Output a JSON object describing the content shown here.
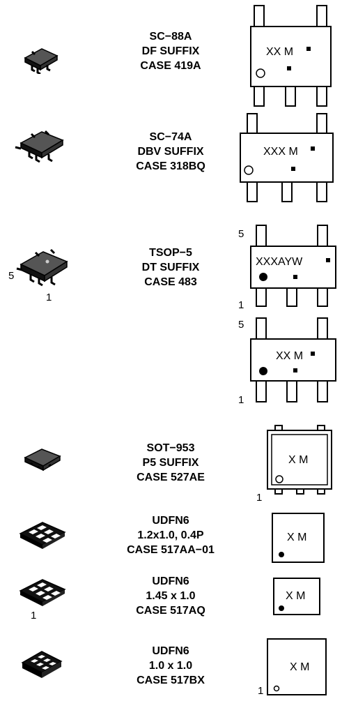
{
  "packages": [
    {
      "lines": [
        "SC−88A",
        "DF SUFFIX",
        "CASE 419A"
      ],
      "marking": "XX M"
    },
    {
      "lines": [
        "SC−74A",
        "DBV SUFFIX",
        "CASE 318BQ"
      ],
      "marking": "XXX M"
    },
    {
      "lines": [
        "TSOP−5",
        "DT SUFFIX",
        "CASE 483"
      ],
      "marking": "XXXAYW",
      "marking_alt": "XX M",
      "pin5": "5",
      "pin1": "1",
      "icon_pin5": "5",
      "icon_pin1": "1"
    },
    {
      "lines": [
        "SOT−953",
        "P5 SUFFIX",
        "CASE 527AE"
      ],
      "marking": "X M",
      "pin1": "1"
    },
    {
      "lines": [
        "UDFN6",
        "1.2x1.0, 0.4P",
        "CASE 517AA−01"
      ],
      "marking": "X M"
    },
    {
      "lines": [
        "UDFN6",
        "1.45 x 1.0",
        "CASE 517AQ"
      ],
      "marking": "X M",
      "icon_pin1": "1"
    },
    {
      "lines": [
        "UDFN6",
        "1.0 x 1.0",
        "CASE 517BX"
      ],
      "marking": "X M",
      "pin1": "1"
    }
  ]
}
